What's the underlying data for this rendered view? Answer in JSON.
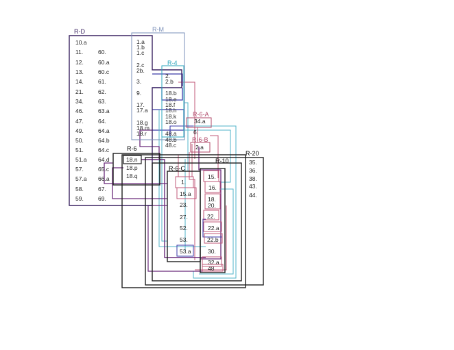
{
  "colors": {
    "R-D": "#3b2462",
    "R-M": "#7a8fb8",
    "R-4": "#2aa6bc",
    "R-6-A": "#b04a6a",
    "R-6-B": "#b04a6a",
    "R-6": "#1e1e1e",
    "R-20": "#1e1e1e",
    "R-10": "#1e1e1e",
    "R-6-C": "#1e1e1e",
    "blue": "#3a3aa8",
    "teal": "#4fb3c8",
    "purple": "#6a2a7a",
    "pink": "#c0587a",
    "text": "#222222"
  },
  "groups": {
    "rd": "R-D",
    "rm": "R-M",
    "r4": "R-4",
    "r6a": "R-6-A",
    "r6b": "R-6-B",
    "r6": "R-6",
    "r20": "R-20",
    "r10": "R-10",
    "r6c": "R-6-C"
  },
  "items": {
    "rd_col1": [
      "10.a",
      "11.",
      "12.",
      "13.",
      "14.",
      "21.",
      "34.",
      "46.",
      "47.",
      "49.",
      "50.",
      "51.",
      "51.a",
      "57.",
      "57.a",
      "58.",
      "59."
    ],
    "rd_col2": [
      "60.",
      "60.a",
      "60.c",
      "61.",
      "62.",
      "63.",
      "63.a",
      "64.",
      "64.a",
      "64.b",
      "64.c",
      "64.d",
      "65.c",
      "66.a",
      "67.",
      "69."
    ],
    "rm": [
      "1.a",
      "1.b",
      "1.c",
      "2.c",
      "2b.",
      "3.",
      "9.",
      "17.",
      "17.a",
      "18.g",
      "18.m",
      "18.r"
    ],
    "r4": [
      "2.",
      "2.b",
      "18.b",
      "18.e",
      "18.f",
      "18.h",
      "18.k",
      "18.o"
    ],
    "r4b": [
      "48.a",
      "48.b",
      "48.c"
    ],
    "r6a": [
      "34.a",
      "6."
    ],
    "r6b": [
      "2.a"
    ],
    "r6": [
      "18.n",
      "18.p",
      "18.q"
    ],
    "r20": [
      "35.",
      "36.",
      "38.",
      "43.",
      "44."
    ],
    "r10": [
      "15.",
      "16.",
      "18.",
      "20.",
      "22.",
      "22.a",
      "22.b",
      "30.",
      "32.a",
      "48"
    ],
    "r6c": [
      "1.",
      "15.a",
      "23.",
      "27.",
      "52.",
      "53.",
      "53.a"
    ]
  }
}
